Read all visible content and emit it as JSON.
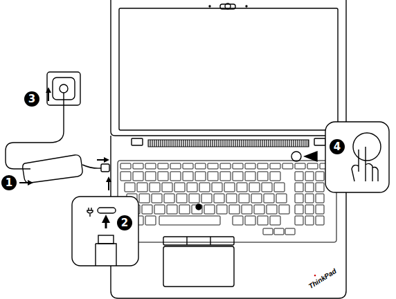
{
  "diagram": {
    "labels": [
      "3",
      "4",
      "1",
      "2",
      "ThinkPad"
    ]
  }
}
